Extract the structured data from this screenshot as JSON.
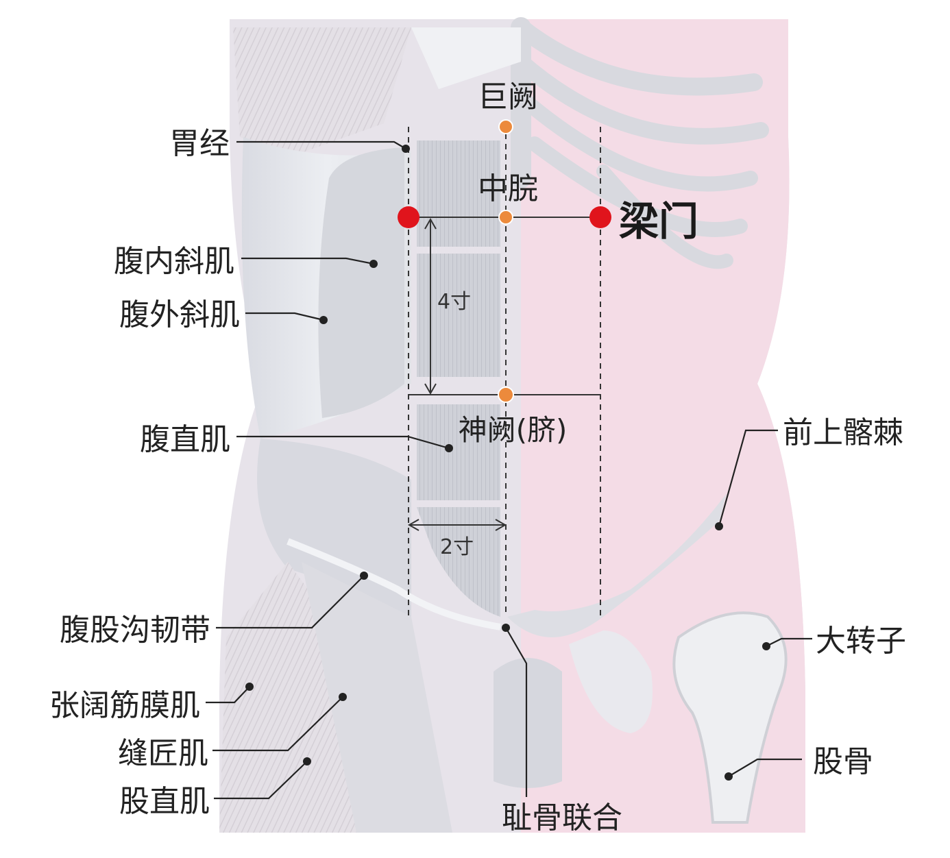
{
  "labels": {
    "stomach_meridian": "胃经",
    "internal_oblique": "腹内斜肌",
    "external_oblique": "腹外斜肌",
    "rectus_abdominis": "腹直肌",
    "inguinal_ligament": "腹股沟韧带",
    "tensor_fasciae_latae": "张阔筋膜肌",
    "sartorius": "缝匠肌",
    "rectus_femoris": "股直肌",
    "asis": "前上髂棘",
    "greater_trochanter": "大转子",
    "femur": "股骨",
    "pubic_symphysis": "耻骨联合"
  },
  "points": {
    "juque": "巨阙",
    "zhongwan": "中脘",
    "liangmen": "梁门",
    "shenque": "神阙(脐)"
  },
  "measurements": {
    "vertical": "4寸",
    "horizontal": "2寸"
  },
  "colors": {
    "target_point": "#e0141c",
    "reference_point": "#ec8a3c",
    "background_pink": "#f6dce6"
  }
}
